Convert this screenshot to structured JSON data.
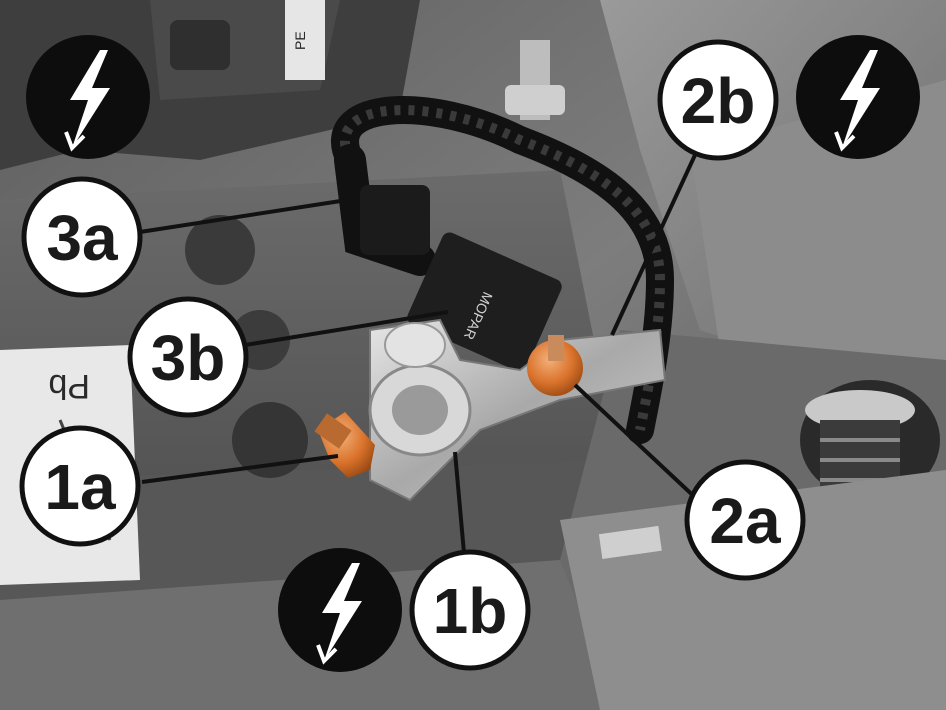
{
  "callouts": {
    "c1a": "1a",
    "c1b": "1b",
    "c2a": "2a",
    "c2b": "2b",
    "c3a": "3a",
    "c3b": "3b"
  },
  "printed_labels": {
    "battery_symbol": "Pb",
    "sticker_code": "PE",
    "sensor_brand": "MOPAR"
  },
  "icons": [
    "electric-hazard-icon",
    "electric-hazard-icon",
    "electric-hazard-icon"
  ],
  "colors": {
    "highlight_fastener": "#d9722b",
    "callout_fill": "#ffffff",
    "callout_stroke": "#111111",
    "hazard_fill": "#0d0d0d"
  }
}
